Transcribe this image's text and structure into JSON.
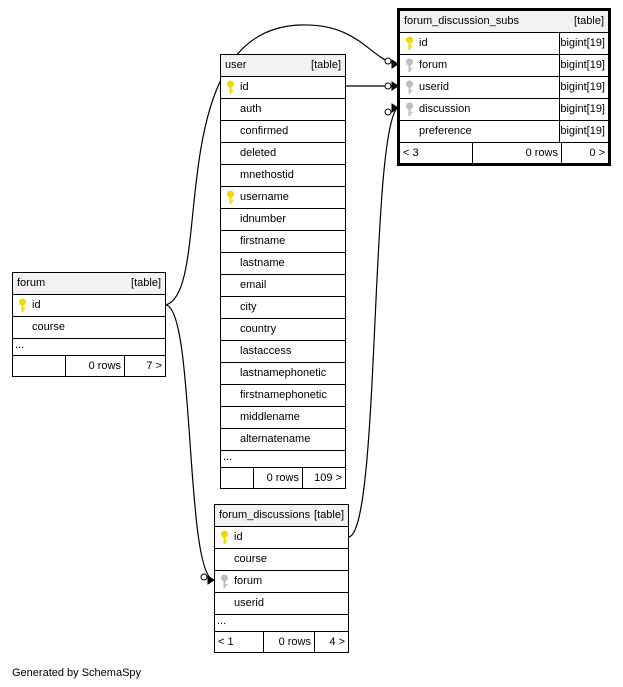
{
  "tables": {
    "forum_discussion_subs": {
      "name": "forum_discussion_subs",
      "kind": "[table]",
      "columns": [
        {
          "name": "id",
          "type": "bigint[19]",
          "key": "primary"
        },
        {
          "name": "forum",
          "type": "bigint[19]",
          "key": "foreign"
        },
        {
          "name": "userid",
          "type": "bigint[19]",
          "key": "foreign"
        },
        {
          "name": "discussion",
          "type": "bigint[19]",
          "key": "foreign"
        },
        {
          "name": "preference",
          "type": "bigint[19]",
          "key": ""
        }
      ],
      "footer": {
        "parents": "< 3",
        "rows": "0 rows",
        "children": "0 >"
      }
    },
    "user": {
      "name": "user",
      "kind": "[table]",
      "columns": [
        {
          "name": "id",
          "key": "primary"
        },
        {
          "name": "auth",
          "key": ""
        },
        {
          "name": "confirmed",
          "key": ""
        },
        {
          "name": "deleted",
          "key": ""
        },
        {
          "name": "mnethostid",
          "key": ""
        },
        {
          "name": "username",
          "key": "primary"
        },
        {
          "name": "idnumber",
          "key": ""
        },
        {
          "name": "firstname",
          "key": ""
        },
        {
          "name": "lastname",
          "key": ""
        },
        {
          "name": "email",
          "key": ""
        },
        {
          "name": "city",
          "key": ""
        },
        {
          "name": "country",
          "key": ""
        },
        {
          "name": "lastaccess",
          "key": ""
        },
        {
          "name": "lastnamephonetic",
          "key": ""
        },
        {
          "name": "firstnamephonetic",
          "key": ""
        },
        {
          "name": "middlename",
          "key": ""
        },
        {
          "name": "alternatename",
          "key": ""
        }
      ],
      "ellipsis": "...",
      "footer": {
        "parents": "",
        "rows": "0 rows",
        "children": "109 >"
      }
    },
    "forum": {
      "name": "forum",
      "kind": "[table]",
      "columns": [
        {
          "name": "id",
          "key": "primary"
        },
        {
          "name": "course",
          "key": ""
        }
      ],
      "ellipsis": "...",
      "footer": {
        "parents": "",
        "rows": "0 rows",
        "children": "7 >"
      }
    },
    "forum_discussions": {
      "name": "forum_discussions",
      "kind": "[table]",
      "columns": [
        {
          "name": "id",
          "key": "primary"
        },
        {
          "name": "course",
          "key": ""
        },
        {
          "name": "forum",
          "key": "foreign"
        },
        {
          "name": "userid",
          "key": ""
        }
      ],
      "ellipsis": "...",
      "footer": {
        "parents": "< 1",
        "rows": "0 rows",
        "children": "4 >"
      }
    }
  },
  "colors": {
    "primary_key": "#f5d800",
    "foreign_key": "#bdbdbd",
    "header_bg": "#f2f2f2"
  },
  "credit": "Generated by SchemaSpy"
}
